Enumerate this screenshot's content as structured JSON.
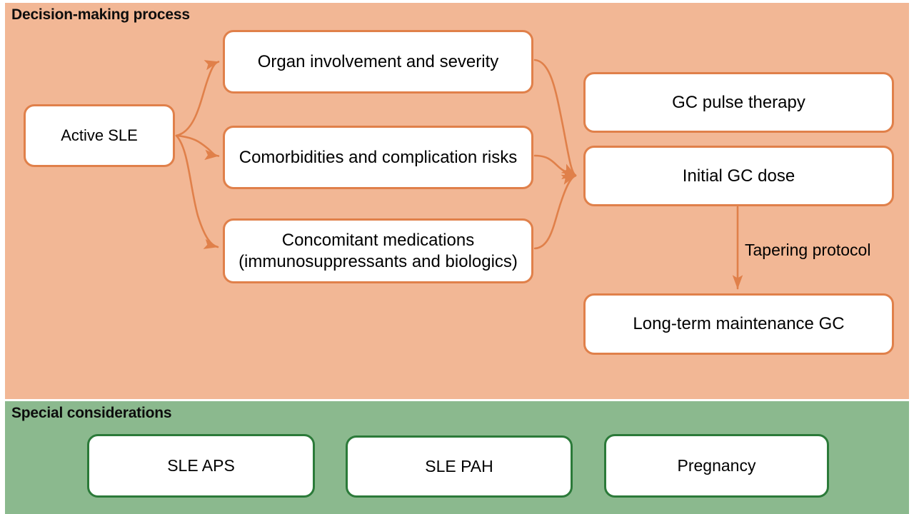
{
  "diagram": {
    "type": "flowchart",
    "sections": [
      {
        "id": "decision",
        "title": "Decision-making process",
        "background_color": "#f2b795",
        "accent_color": "#e0804a"
      },
      {
        "id": "special",
        "title": "Special considerations",
        "background_color": "#8bb98e",
        "accent_color": "#2b7a39"
      }
    ],
    "nodes": {
      "active_sle": "Active SLE",
      "organ": "Organ involvement and severity",
      "comorbidities": "Comorbidities and complication risks",
      "concomitant": "Concomitant medications\n(immunosuppressants and biologics)",
      "gc_pulse": "GC pulse therapy",
      "initial_gc": "Initial GC dose",
      "maintenance": "Long-term maintenance GC",
      "sle_aps": "SLE APS",
      "sle_pah": "SLE PAH",
      "pregnancy": "Pregnancy"
    },
    "edge_labels": {
      "tapering": "Tapering protocol"
    },
    "edges": [
      {
        "from": "active_sle",
        "to": "organ",
        "style": "curved-arrow"
      },
      {
        "from": "active_sle",
        "to": "comorbidities",
        "style": "curved-arrow"
      },
      {
        "from": "active_sle",
        "to": "concomitant",
        "style": "curved-arrow"
      },
      {
        "from": "organ",
        "to": "initial_gc",
        "style": "curved-arrow"
      },
      {
        "from": "comorbidities",
        "to": "initial_gc",
        "style": "curved-arrow"
      },
      {
        "from": "concomitant",
        "to": "initial_gc",
        "style": "curved-arrow"
      },
      {
        "from": "initial_gc",
        "to": "maintenance",
        "style": "straight-arrow",
        "label": "Tapering protocol"
      }
    ]
  }
}
